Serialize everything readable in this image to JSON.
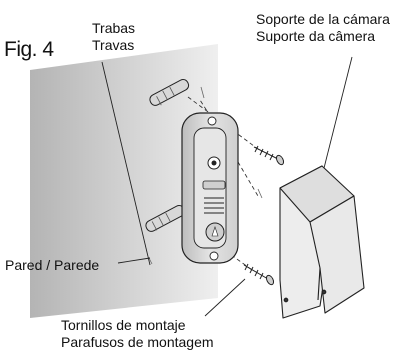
{
  "figure": {
    "label": "Fig. 4"
  },
  "labels": {
    "locks_es": "Trabas",
    "locks_pt": "Travas",
    "bracket_es": "Soporte de la cámara",
    "bracket_pt": "Suporte da câmera",
    "wall": "Pared / Parede",
    "screws_es": "Tornillos de montaje",
    "screws_pt": "Parafusos de montagem"
  },
  "colors": {
    "wall_dark": "#b4b4b4",
    "wall_light": "#ebebeb",
    "line": "#222222",
    "panel_face": "#dadada"
  }
}
